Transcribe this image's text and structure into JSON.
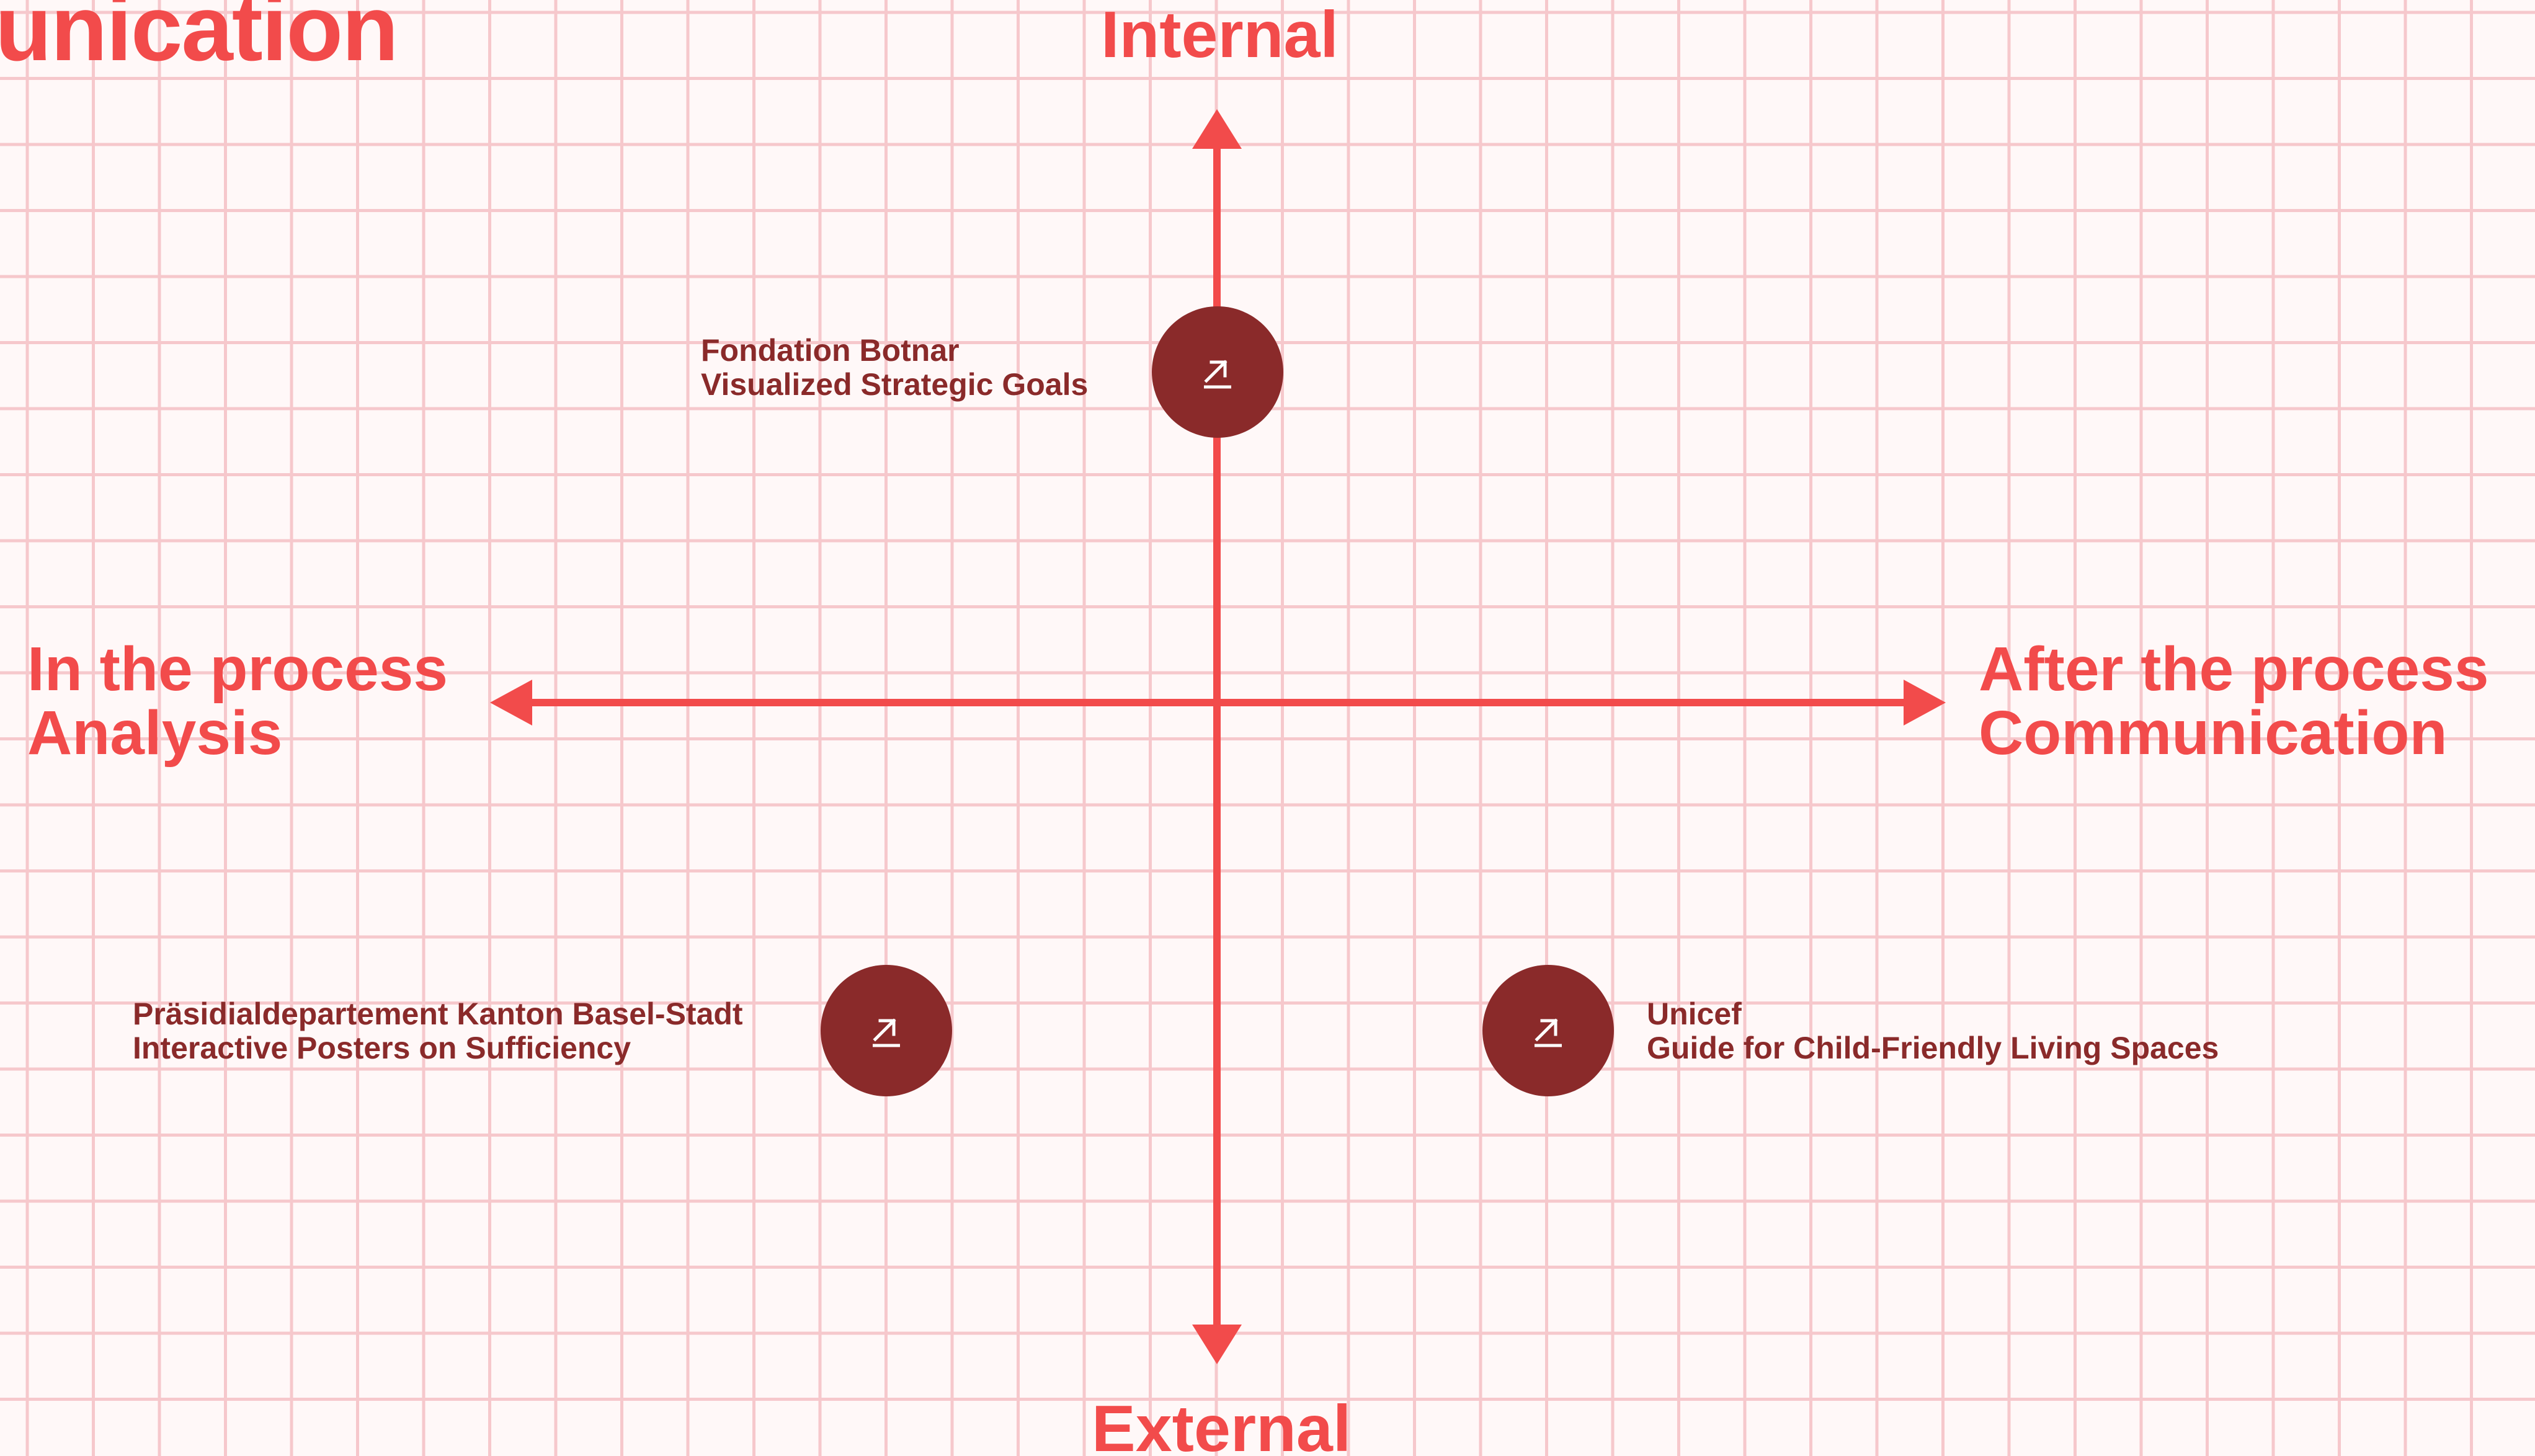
{
  "header": {
    "title_fragment": "unication"
  },
  "axes": {
    "top": "Internal",
    "bottom": "External",
    "left": [
      "In the process",
      "Analysis"
    ],
    "right": [
      "After the process",
      "Communication"
    ]
  },
  "projects": [
    {
      "client": "Fondation Botnar",
      "title": "Visualized Strategic Goals",
      "icon": "arrow-up-right-icon",
      "quadrant": "internal / center"
    },
    {
      "client": "Präsidialdepartement Kanton Basel-Stadt",
      "title": "Interactive Posters on Sufficiency",
      "icon": "arrow-up-right-icon",
      "quadrant": "external / in the process"
    },
    {
      "client": "Unicef",
      "title": "Guide for Child-Friendly Living Spaces",
      "icon": "arrow-up-right-icon",
      "quadrant": "external / after the process"
    }
  ],
  "colors": {
    "accent": "#f24b4b",
    "point": "#8a2a2a",
    "grid": "#f6c8cc",
    "background": "#fff8f8"
  }
}
